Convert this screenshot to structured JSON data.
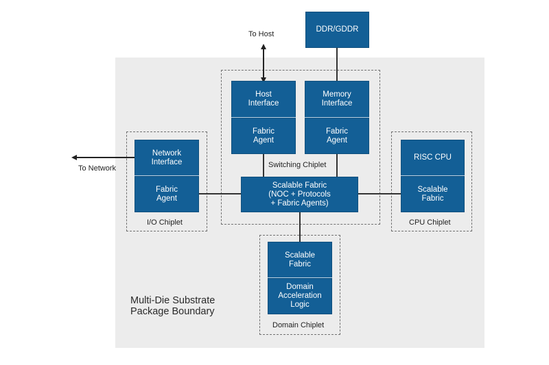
{
  "external": {
    "to_host": "To Host",
    "to_network": "To Network",
    "ddr": "DDR/GDDR"
  },
  "substrate": {
    "label": "Multi-Die Substrate\nPackage Boundary"
  },
  "switching_chiplet": {
    "label": "Switching Chiplet",
    "host_interface": "Host\nInterface",
    "host_fabric_agent": "Fabric\nAgent",
    "memory_interface": "Memory\nInterface",
    "memory_fabric_agent": "Fabric\nAgent",
    "scalable_fabric": "Scalable Fabric\n(NOC + Protocols\n+ Fabric Agents)"
  },
  "io_chiplet": {
    "label": "I/O Chiplet",
    "network_interface": "Network\nInterface",
    "fabric_agent": "Fabric\nAgent"
  },
  "cpu_chiplet": {
    "label": "CPU Chiplet",
    "risc_cpu": "RISC CPU",
    "scalable_fabric": "Scalable\nFabric"
  },
  "domain_chiplet": {
    "label": "Domain Chiplet",
    "scalable_fabric": "Scalable\nFabric",
    "acceleration_logic": "Domain\nAcceleration\nLogic"
  },
  "colors": {
    "block": "#135f96",
    "substrate": "#ececec",
    "dashed_border": "#707070",
    "wire": "#333333"
  }
}
